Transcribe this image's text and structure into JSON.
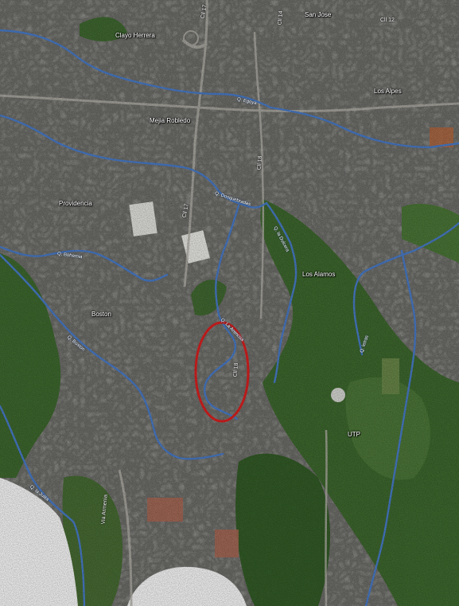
{
  "map": {
    "places": [
      {
        "id": "clayo-herrera",
        "label": "Clayo Herrera"
      },
      {
        "id": "san-jose",
        "label": "San Jose"
      },
      {
        "id": "los-alpes",
        "label": "Los Alpes"
      },
      {
        "id": "mejia-robledo",
        "label": "Mejia Robledo"
      },
      {
        "id": "providencia",
        "label": "Providencia"
      },
      {
        "id": "los-alamos",
        "label": "Los Alamos"
      },
      {
        "id": "boston",
        "label": "Boston"
      },
      {
        "id": "utp",
        "label": "UTP"
      }
    ],
    "roads": [
      {
        "id": "cll-17-top",
        "label": "Cll 17"
      },
      {
        "id": "cll-12",
        "label": "Cll 12"
      },
      {
        "id": "cll-14",
        "label": "Cll 14"
      },
      {
        "id": "cll-17-mid",
        "label": "Cll 17"
      },
      {
        "id": "cll-18-top",
        "label": "Cll 18"
      },
      {
        "id": "cll-18-mid",
        "label": "Cll 18"
      },
      {
        "id": "via-armenia",
        "label": "Via Armenia"
      }
    ],
    "rivers": [
      {
        "id": "q-egoya",
        "label": "Q. Egoya"
      },
      {
        "id": "q-dosquebradas",
        "label": "Q. Dosquebradas"
      },
      {
        "id": "q-la-dulcera",
        "label": "Q. la Dulcera"
      },
      {
        "id": "q-bohemia",
        "label": "Q. Bohemia"
      },
      {
        "id": "q-boston",
        "label": "Q. Boston"
      },
      {
        "id": "q-la-arenosa",
        "label": "Q. La Arenosa"
      },
      {
        "id": "q-letras",
        "label": "Q. letras"
      },
      {
        "id": "q-la-julita",
        "label": "Q. la Julita"
      }
    ],
    "colors": {
      "river": "#4a7fd0",
      "highlight": "#e02020",
      "urban": "#6f6f6b",
      "vegetation": "#3b6a2a",
      "background": "#ffffff"
    }
  }
}
